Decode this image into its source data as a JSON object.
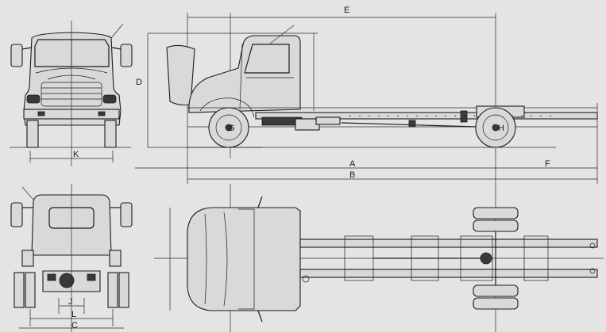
{
  "dimension_labels": {
    "A": "A",
    "B": "B",
    "C": "C",
    "D": "D",
    "E": "E",
    "F": "F",
    "G": "G",
    "H": "H",
    "J": "J",
    "K": "K",
    "L": "L"
  }
}
